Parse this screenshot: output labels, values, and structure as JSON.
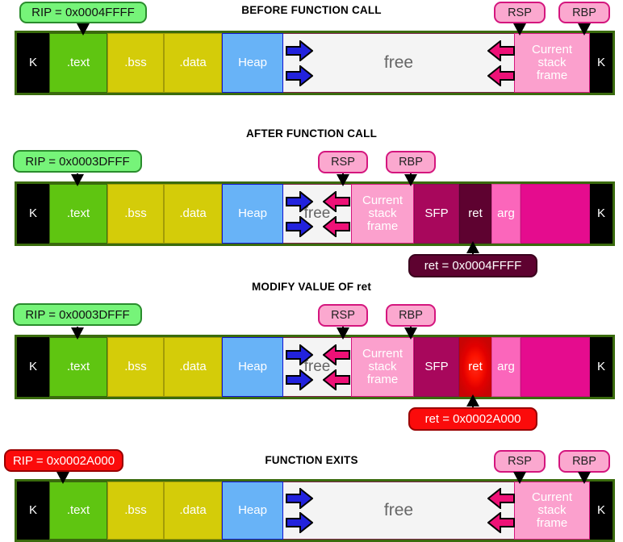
{
  "diagram": {
    "title_font_color": "#000000",
    "sections": [
      {
        "id": "before-function-call",
        "title": "BEFORE FUNCTION CALL",
        "callouts": {
          "rip": {
            "label": "RIP = 0x0004FFFF",
            "color": "#76f479",
            "style": "green"
          },
          "rsp": {
            "label": "RSP",
            "color": "#fba8cf"
          },
          "rbp": {
            "label": "RBP",
            "color": "#fba8cf"
          }
        },
        "blocks": [
          {
            "name": "kernel-low",
            "label": "K",
            "color": "#000000"
          },
          {
            "name": "text",
            "label": ".text",
            "color": "#5fc511"
          },
          {
            "name": "bss",
            "label": ".bss",
            "color": "#d4cc09"
          },
          {
            "name": "data",
            "label": ".data",
            "color": "#d4cc09"
          },
          {
            "name": "heap",
            "label": "Heap",
            "color": "#68b3f7"
          },
          {
            "name": "free",
            "label": "free",
            "color": "#f4f4f4"
          },
          {
            "name": "current-stack-frame",
            "label": "Current\nstack\nframe",
            "color": "#fba0cd"
          },
          {
            "name": "kernel-high",
            "label": "K",
            "color": "#000000"
          }
        ]
      },
      {
        "id": "after-function-call",
        "title": "AFTER FUNCTION CALL",
        "callouts": {
          "rip": {
            "label": "RIP = 0x0003DFFF",
            "color": "#76f479",
            "style": "green"
          },
          "rsp": {
            "label": "RSP",
            "color": "#fba8cf"
          },
          "rbp": {
            "label": "RBP",
            "color": "#fba8cf"
          },
          "ret": {
            "label": "ret = 0x0004FFFF",
            "color": "#5e0230",
            "style": "dark"
          }
        },
        "blocks": [
          {
            "name": "kernel-low",
            "label": "K",
            "color": "#000000"
          },
          {
            "name": "text",
            "label": ".text",
            "color": "#5fc511"
          },
          {
            "name": "bss",
            "label": ".bss",
            "color": "#d4cc09"
          },
          {
            "name": "data",
            "label": ".data",
            "color": "#d4cc09"
          },
          {
            "name": "heap",
            "label": "Heap",
            "color": "#68b3f7"
          },
          {
            "name": "free",
            "label": "free",
            "color": "#f4f4f4"
          },
          {
            "name": "current-stack-frame",
            "label": "Current\nstack\nframe",
            "color": "#fba0cd"
          },
          {
            "name": "sfp",
            "label": "SFP",
            "color": "#a8075c"
          },
          {
            "name": "ret",
            "label": "ret",
            "color": "#5e0230"
          },
          {
            "name": "arg",
            "label": "arg",
            "color": "#fb66bb"
          },
          {
            "name": "old-stack",
            "label": "",
            "color": "#e50c8e"
          },
          {
            "name": "kernel-high",
            "label": "K",
            "color": "#000000"
          }
        ]
      },
      {
        "id": "modify-value-of-ret",
        "title": "MODIFY VALUE OF ret",
        "callouts": {
          "rip": {
            "label": "RIP = 0x0003DFFF",
            "color": "#76f479",
            "style": "green"
          },
          "rsp": {
            "label": "RSP",
            "color": "#fba8cf"
          },
          "rbp": {
            "label": "RBP",
            "color": "#fba8cf"
          },
          "ret": {
            "label": "ret = 0x0002A000",
            "color": "#fb0b0b",
            "style": "red"
          }
        },
        "blocks": [
          {
            "name": "kernel-low",
            "label": "K",
            "color": "#000000"
          },
          {
            "name": "text",
            "label": ".text",
            "color": "#5fc511"
          },
          {
            "name": "bss",
            "label": ".bss",
            "color": "#d4cc09"
          },
          {
            "name": "data",
            "label": ".data",
            "color": "#d4cc09"
          },
          {
            "name": "heap",
            "label": "Heap",
            "color": "#68b3f7"
          },
          {
            "name": "free",
            "label": "free",
            "color": "#f4f4f4"
          },
          {
            "name": "current-stack-frame",
            "label": "Current\nstack\nframe",
            "color": "#fba0cd"
          },
          {
            "name": "sfp",
            "label": "SFP",
            "color": "#a8075c"
          },
          {
            "name": "ret",
            "label": "ret",
            "color": "#fb1100",
            "highlighted": true
          },
          {
            "name": "arg",
            "label": "arg",
            "color": "#fb66bb"
          },
          {
            "name": "old-stack",
            "label": "",
            "color": "#e50c8e"
          },
          {
            "name": "kernel-high",
            "label": "K",
            "color": "#000000"
          }
        ]
      },
      {
        "id": "function-exits",
        "title": "FUNCTION EXITS",
        "callouts": {
          "rip": {
            "label": "RIP = 0x0002A000",
            "color": "#fb0b0b",
            "style": "red"
          },
          "rsp": {
            "label": "RSP",
            "color": "#fba8cf"
          },
          "rbp": {
            "label": "RBP",
            "color": "#fba8cf"
          }
        },
        "blocks": [
          {
            "name": "kernel-low",
            "label": "K",
            "color": "#000000"
          },
          {
            "name": "text",
            "label": ".text",
            "color": "#5fc511"
          },
          {
            "name": "bss",
            "label": ".bss",
            "color": "#d4cc09"
          },
          {
            "name": "data",
            "label": ".data",
            "color": "#d4cc09"
          },
          {
            "name": "heap",
            "label": "Heap",
            "color": "#68b3f7"
          },
          {
            "name": "free",
            "label": "free",
            "color": "#f4f4f4"
          },
          {
            "name": "current-stack-frame",
            "label": "Current\nstack\nframe",
            "color": "#fba0cd"
          },
          {
            "name": "kernel-high",
            "label": "K",
            "color": "#000000"
          }
        ]
      }
    ],
    "legend_colors": {
      "heap_growth_arrow": "#2222dd",
      "stack_growth_arrow": "#ee1177",
      "bar_outline": "#3a6b0d",
      "free_outline": "#7a2048"
    }
  }
}
